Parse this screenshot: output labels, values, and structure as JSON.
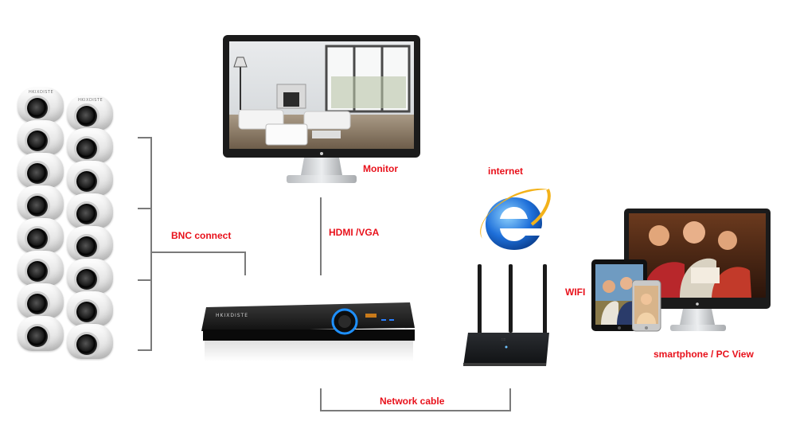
{
  "labels": {
    "bnc": "BNC connect",
    "monitor": "Monitor",
    "hdmi": "HDMI /VGA",
    "internet": "internet",
    "wifi": "WIFI",
    "network": "Network cable",
    "view": "smartphone / PC View"
  },
  "dvr": {
    "brand": "HKIXDISTE"
  },
  "camera": {
    "brand": "HKIXDISTE",
    "count": 16
  },
  "colors": {
    "label": "#e8111b",
    "line": "#7a7a7a"
  },
  "icons": [
    "dome-camera-icon",
    "monitor-icon",
    "dvr-icon",
    "internet-explorer-icon",
    "router-icon",
    "tablet-icon",
    "smartphone-icon",
    "desktop-icon"
  ]
}
